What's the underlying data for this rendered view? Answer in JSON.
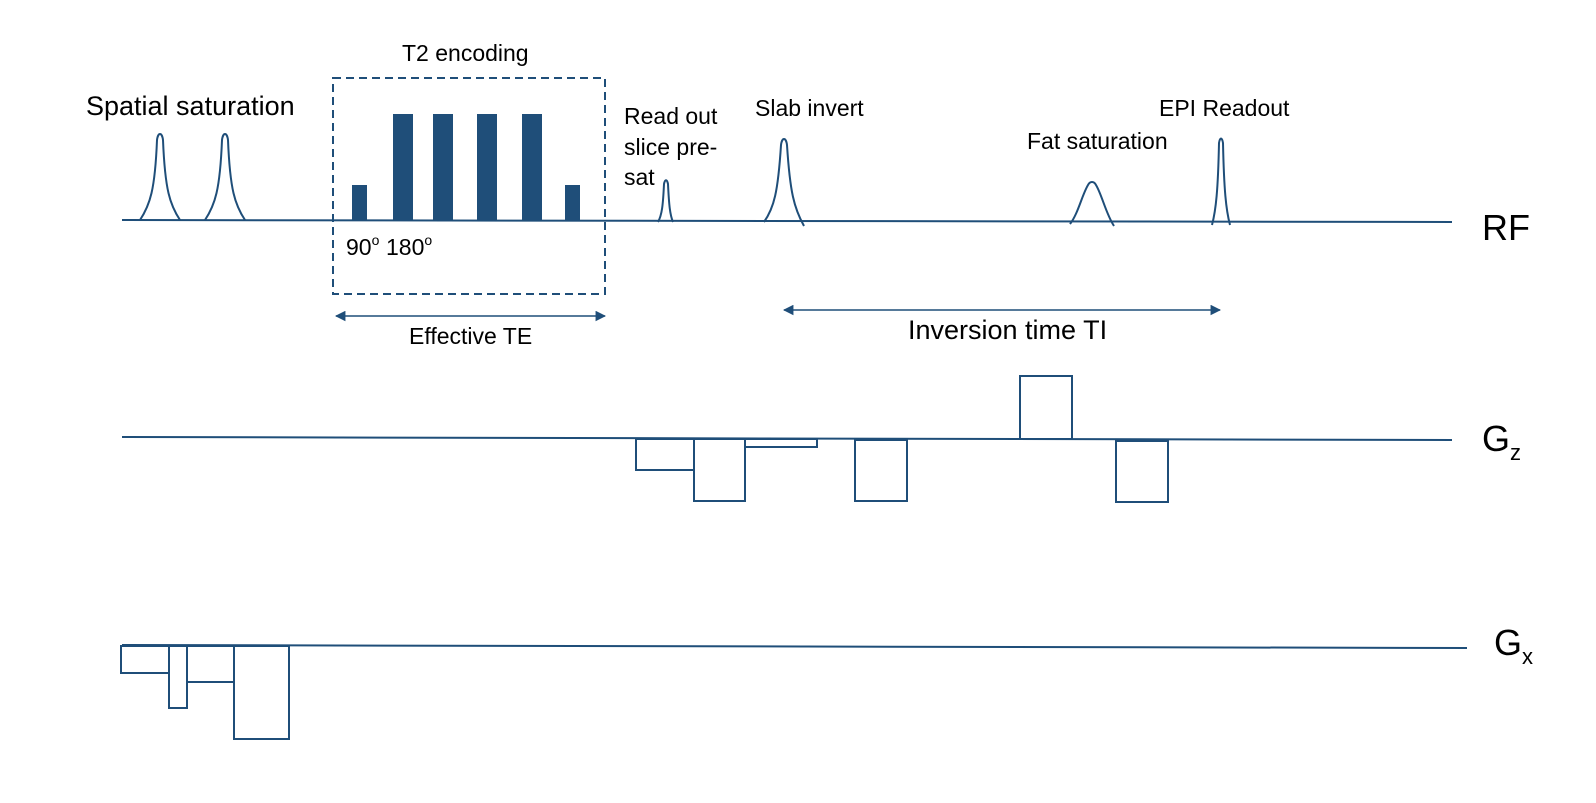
{
  "colors": {
    "line": "#1f4e79",
    "bar_fill": "#1f4e79",
    "text": "#000000",
    "background": "#ffffff"
  },
  "labels": {
    "spatial_saturation": "Spatial saturation",
    "t2_encoding": "T2 encoding",
    "readout_slice_presat": [
      "Read out",
      "slice pre-",
      "sat"
    ],
    "slab_invert": "Slab invert",
    "fat_saturation": "Fat saturation",
    "epi_readout": "EPI Readout",
    "angle_90": "90",
    "angle_180": "180",
    "degree_mark": "o",
    "effective_te": "Effective TE",
    "inversion_time": "Inversion time TI"
  },
  "axes": {
    "rf": "RF",
    "gz_base": "G",
    "gz_sub": "z",
    "gx_base": "G",
    "gx_sub": "x"
  }
}
